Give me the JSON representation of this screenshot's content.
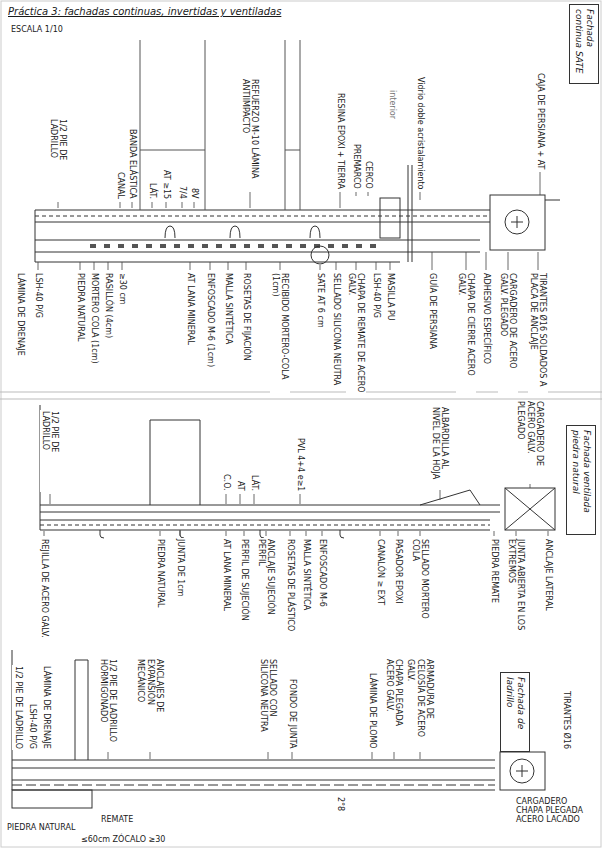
{
  "diagram": {
    "title": "Práctica 3: fachadas continuas, invertidas y ventiladas",
    "nodes": [
      {
        "text": [
          "Fachada continua SATE"
        ]
      },
      {
        "text": [
          "Fachada ventilada piedra natural"
        ]
      },
      {
        "text": [
          "Fachada de ladrillo"
        ]
      }
    ],
    "labels": [
      "ESCALA 1/10",
      "1/2 PIE DE LADRILLO",
      "CANAL",
      "BANDA ELÁSTICA",
      "LÁT.",
      "AT ≥15",
      "7/4",
      "8V",
      "REFUERZO M-10 LÁMINA ANTIIMPACTO",
      "RESINA EPOXI + TIERRA",
      "PREMARCO",
      "CERCO",
      "interior",
      "Vidrio doble acristalamiento",
      "CAJA DE PERSIANA + AT",
      "LÁMINA DE DRENAJE",
      "LSH-40 P/G",
      "PIEDRA NATURAL",
      "MORTERO COLA (1cm)",
      "RASILLÓN (4cm)",
      "≥30 cm",
      "AT LANA MINERAL",
      "ENFOSCADO M-6 (1cm)",
      "MALLA SINTÉTICA",
      "ROSETAS DE FIJACIÓN",
      "RECIBIDO MORTERO-COLA (1cm)",
      "SATE AT 6 cm",
      "SELLADO SILICONA NEUTRA",
      "CHAPA DE REMATE DE ACERO GALV.",
      "LSH-40 P/G",
      "MASILLA PU",
      "GUÍA DE PERSIANA",
      "CHAPA DE CIERRE ACERO GALV.",
      "ADHESIVO ESPECÍFICO",
      "CARGADERO DE ACERO GALV. PLEGADO",
      "TIRANTES Ø16 SOLDADOS A PLACA DE ANCLAJE",
      "1/2 PIE DE LADRILLO",
      "C.O.",
      "AT",
      "LÁT.",
      "PVL 4+4 e≥1",
      "ALBARDILLA AL NIVEL DE LA HOJA",
      "CARGADERO DE ACERO GALV. PLEGADO",
      "REJILLA DE ACERO GALV.",
      "PIEDRA NATURAL",
      "JUNTA DE 1cm",
      "AT LANA MINERAL",
      "PERFIL DE SUJECIÓN",
      "ANCLAJE SUJECIÓN PERFIL",
      "ROSETAS DE PLÁSTICO",
      "MALLA SINTÉTICA",
      "ENFOSCADO M-6",
      "CANALÓN ≥ EXT",
      "PASADOR EPOXI",
      "SELLADO MORTERO COLA",
      "PIEDRA REMATE",
      "JUNTA ABIERTA EN LOS EXTREMOS",
      "ANCLAJE LATERAL",
      "1/2 PIE DE LADRILLO",
      "LSH-40 P/G",
      "LÁMINA DE DRENAJE",
      "1/2 PIE DE LADRILLO HORMIGONADO",
      "ANCLAJES DE EXPANSIÓN MECÁNICO",
      "SELLADO CON SILICONA NEUTRA",
      "FONDO DE JUNTA",
      "LÁMINA DE PLOMO",
      "CHAPA PLEGADA ACERO GALV.",
      "ARMADURA DE CELOSÍA DE ACERO GALV.",
      "TIRANTES Ø16",
      "2°8",
      "PIEDRA NATURAL",
      "REMATE",
      "≤60cm ZÓCALO ≥30",
      "CARGADERO CHAPA PLEGADA ACERO LACADO"
    ]
  }
}
